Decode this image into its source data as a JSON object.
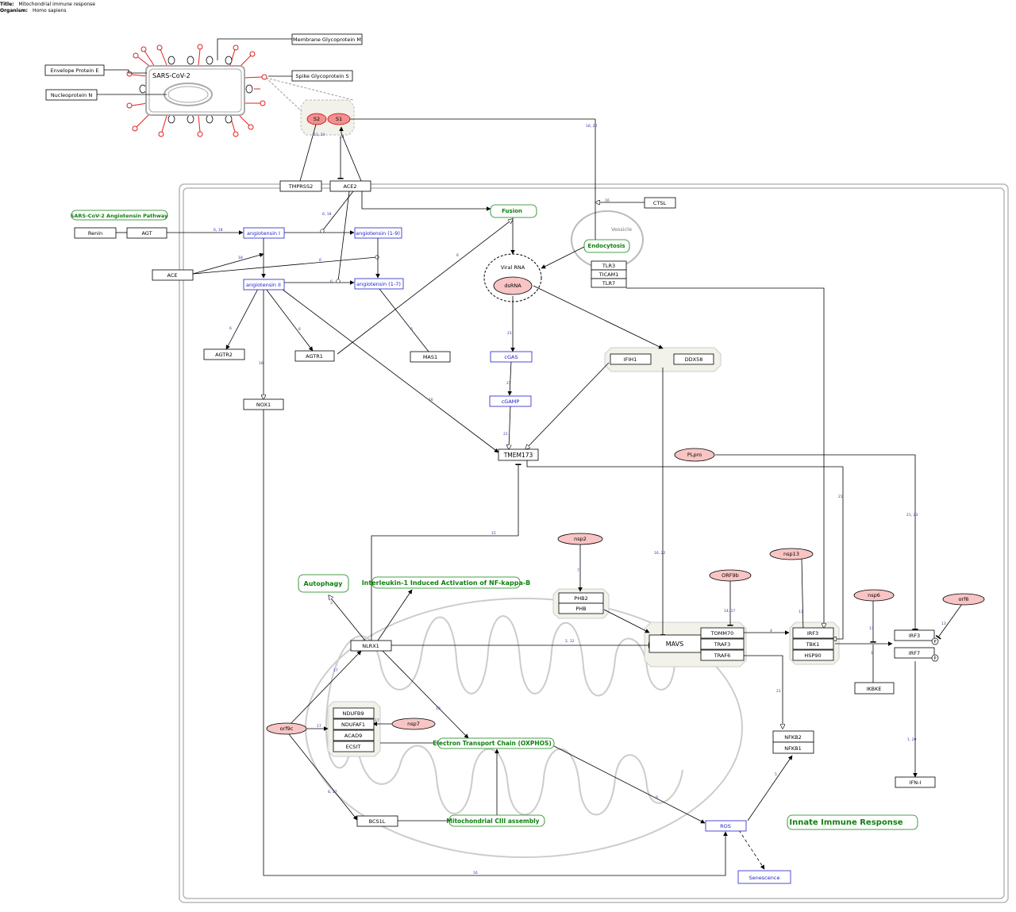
{
  "header": {
    "title_label": "Title:",
    "title": "Mitochondrial immune response",
    "organism_label": "Organism:",
    "organism": "Homo sapiens"
  },
  "virus": {
    "label": "SARS-CoV-2",
    "membrane_glycoprotein": "Membrane Glycoprotein M",
    "envelope_protein": "Envelope Protein E",
    "spike_glycoprotein": "Spike Glycoprotein S",
    "nucleoprotein": "Nucleoprotein N",
    "s2": "S2",
    "s1": "S1"
  },
  "nodes": {
    "tmprss2": "TMPRSS2",
    "ace2": "ACE2",
    "ctsl": "CTSL",
    "vessicle": "Vessicle",
    "endocytosis": "Endocytosis",
    "tlr3": "TLR3",
    "ticam1": "TICAM1",
    "tlr7": "TLR7",
    "fusion": "Fusion",
    "viral_rna": "Viral RNA",
    "dsrna": "dsRNA",
    "angiotensin_pathway": "SARS-CoV-2 Angiotensin Pathway",
    "renin": "Renin",
    "agt": "AGT",
    "angiotensin_i": "angiotensin I",
    "angiotensin_1_9": "angiotensin (1-9)",
    "ace": "ACE",
    "angiotensin_ii": "angiotensin II",
    "angiotensin_1_7": "angiotensin (1-7)",
    "agtr2": "AGTR2",
    "agtr1": "AGTR1",
    "mas1": "MAS1",
    "nox1": "NOX1",
    "cgas": "cGAS",
    "cgamp": "cGAMP",
    "tmem173": "TMEM173",
    "ifih1": "IFIH1",
    "ddx58": "DDX58",
    "plpro": "PLpro",
    "nsp2": "nsp2",
    "phb2": "PHB2",
    "phb": "PHB",
    "orf9b": "ORF9b",
    "nsp13": "nsp13",
    "nsp6": "nsp6",
    "orf6": "orf6",
    "autophagy": "Autophagy",
    "il1_pathway": "Interleukin-1 Induced Activation of NF-kappa-B",
    "nlrx1": "NLRX1",
    "mavs": "MAVS",
    "tomm70": "TOMM70",
    "traf3": "TRAF3",
    "traf6": "TRAF6",
    "irf3_complex": "IRF3",
    "tbk1": "TBK1",
    "hsp90": "HSP90",
    "irf3": "IRF3",
    "irf7": "IRF7",
    "phospho": "P",
    "ikbke": "IKBKE",
    "ndufb9": "NDUFB9",
    "ndufaf1": "NDUFAF1",
    "acad9": "ACAD9",
    "ecsit": "ECSIT",
    "nsp7": "nsp7",
    "orf9c": "orf9c",
    "etc": "Electron Transport Chain (OXPHOS)",
    "nfkb2": "NFKB2",
    "nfkb1": "NFKB1",
    "ifn_i": "IFN-I",
    "bcs1l": "BCS1L",
    "ciii": "Mitochondrial CIII assembly",
    "ros": "ROS",
    "senescence": "Senescence",
    "innate": "Innate Immune Response"
  },
  "refs": {
    "r_s1": "11, 24",
    "r_ace2": "24",
    "r_ctsl_v": "18, 20",
    "r_ctsl": "16",
    "r_ace2_ang": "6, 18",
    "r_agt": "6, 18",
    "r_ace_18": "18",
    "r_ace_6": "6",
    "r_ang_fusion": "6",
    "r_17": "6",
    "r_agtr2": "6",
    "r_agtr1": "6",
    "r_mas1": "6",
    "r_nox1": "16",
    "r_tmem": "16",
    "r_cgas": "21",
    "r_cgamp": "21",
    "r_tmem2": "21",
    "r_tmem_irf": "21",
    "r_plpro": "21, 23",
    "r_mavs": "16, 22",
    "r_nlrx1_tmem": "15",
    "r_nsp2": "7",
    "r_orf9b": "14, 17",
    "r_nsp13": "13",
    "r_mavs_irf": "4",
    "r_nsp6": "13",
    "r_orf6": "13",
    "r_ikbke": "1",
    "r_autophagy": "3",
    "r_nlrx1_mavs": "2, 12",
    "r_orf9c_nlrx1": "17",
    "r_orf9c_cplx": "17",
    "r_orf9c_bcs1l": "8, 17",
    "r_nsp7": "17",
    "r_nlrx1_etc": "10",
    "r_nfkb": "21",
    "r_ifn": "1, 20",
    "r_etc_ros": "9",
    "r_ros_nfkb": "5",
    "r_nox_ros": "16"
  },
  "colors": {
    "node_border": "#000000",
    "metabolite": "#0000ff",
    "pathway": "#008000",
    "viral_fill": "#f8c4c4",
    "viral_red": "#e02020",
    "complex_fill": "#f2f2ea",
    "membrane": "#aaaaaa",
    "ref_text": "#3333aa"
  }
}
